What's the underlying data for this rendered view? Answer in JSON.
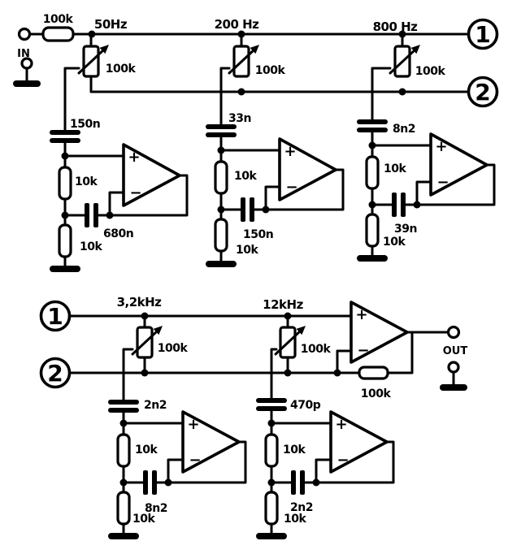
{
  "colors": {
    "ink": "#000000",
    "paper": "#ffffff"
  },
  "io": {
    "in_label": "IN",
    "out_label": "OUT",
    "input_resistor": "100k",
    "feedback_resistor": "100k"
  },
  "bus_tags": {
    "one": "1",
    "two": "2"
  },
  "opamp_signs": {
    "plus": "+",
    "minus": "−"
  },
  "bands": {
    "top": [
      {
        "freq": "50Hz",
        "pot": "100k",
        "series_cap": "150n",
        "r_upper": "10k",
        "feedback_cap": "680n",
        "r_lower": "10k"
      },
      {
        "freq": "200 Hz",
        "pot": "100k",
        "series_cap": "33n",
        "r_upper": "10k",
        "feedback_cap": "150n",
        "r_lower": "10k"
      },
      {
        "freq": "800 Hz",
        "pot": "100k",
        "series_cap": "8n2",
        "r_upper": "10k",
        "feedback_cap": "39n",
        "r_lower": "10k"
      }
    ],
    "bottom": [
      {
        "freq": "3,2kHz",
        "pot": "100k",
        "series_cap": "2n2",
        "r_upper": "10k",
        "feedback_cap": "8n2",
        "r_lower": "10k"
      },
      {
        "freq": "12kHz",
        "pot": "100k",
        "series_cap": "470p",
        "r_upper": "10k",
        "feedback_cap": "2n2",
        "r_lower": "10k"
      }
    ]
  }
}
